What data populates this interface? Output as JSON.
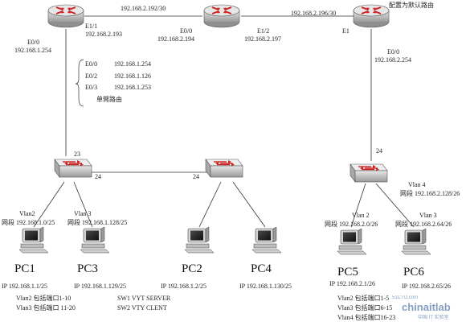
{
  "routers": {
    "r1": {
      "e11": "E1/1",
      "e11_ip": "192.168.2.193",
      "e00": "E0/0",
      "e00_ip": "192.168.1.254"
    },
    "r2": {
      "e00": "E0/0",
      "e00_ip": "192.168.2.194",
      "e12": "E1/2",
      "e12_ip": "192.168.2.197"
    },
    "r3": {
      "e1": "E1",
      "e00": "E0/0",
      "e00_ip": "192.168.2.254",
      "note": "配置为默认路由"
    }
  },
  "links": {
    "r1_r2_net": "192.168.2.192/30",
    "r2_r3_net": "192.168.2.196/30"
  },
  "subinterfaces": [
    {
      "name": "E0/0",
      "ip": "192.168.1.254"
    },
    {
      "name": "E0/2",
      "ip": "192.168.1.126"
    },
    {
      "name": "E0/3",
      "ip": "192.168.1.253"
    }
  ],
  "one_arm_label": "单臂路由",
  "switch_ports": {
    "sw1_up": "23",
    "sw1_right": "24",
    "sw2_left": "24",
    "sw3_up": "24"
  },
  "left_vlans": {
    "vlan2": "Vlan2",
    "vlan2_net": "网段 192.168.1.0/25",
    "vlan3": "Vlan 3",
    "vlan3_net": "网段 192.168.1.128/25"
  },
  "right_vlans": {
    "vlan4": "Vlan 4",
    "vlan4_net": "网段 192.168.2.128/26",
    "vlan2": "Vlan 2",
    "vlan2_net": "网段 192.168.2.0/26",
    "vlan3": "Vlan 3",
    "vlan3_net": "网段 192.168.2.64/26"
  },
  "pcs": [
    {
      "name": "PC1",
      "ip": "IP 192.168.1.1/25"
    },
    {
      "name": "PC3",
      "ip": "IP 192.168.1.129/25"
    },
    {
      "name": "PC2",
      "ip": "IP 192.168.1.2/25"
    },
    {
      "name": "PC4",
      "ip": "IP 192.168.1.130/25"
    },
    {
      "name": "PC5",
      "ip": "IP 192.168.2.1/26"
    },
    {
      "name": "PC6",
      "ip": "IP 192.168.2.65/26"
    }
  ],
  "notes_left": [
    "Vlan2 包括端口1-10",
    "Vlan3 包括端口 11-20"
  ],
  "notes_mid": [
    "SW1 VYT SERVER",
    "SW2 VTY CLENT"
  ],
  "notes_right": [
    "Vlan2 包括端口1-5",
    "Vlan3 包括端口6-15",
    "Vlan4 包括端口16-23"
  ],
  "watermark": {
    "site": "51CTO.com",
    "brand": "chinaitlab",
    "sub": "中国 IT 实验室"
  },
  "colors": {
    "accent": "#cc2222",
    "device": "#c9c9c9",
    "line": "#333333"
  }
}
